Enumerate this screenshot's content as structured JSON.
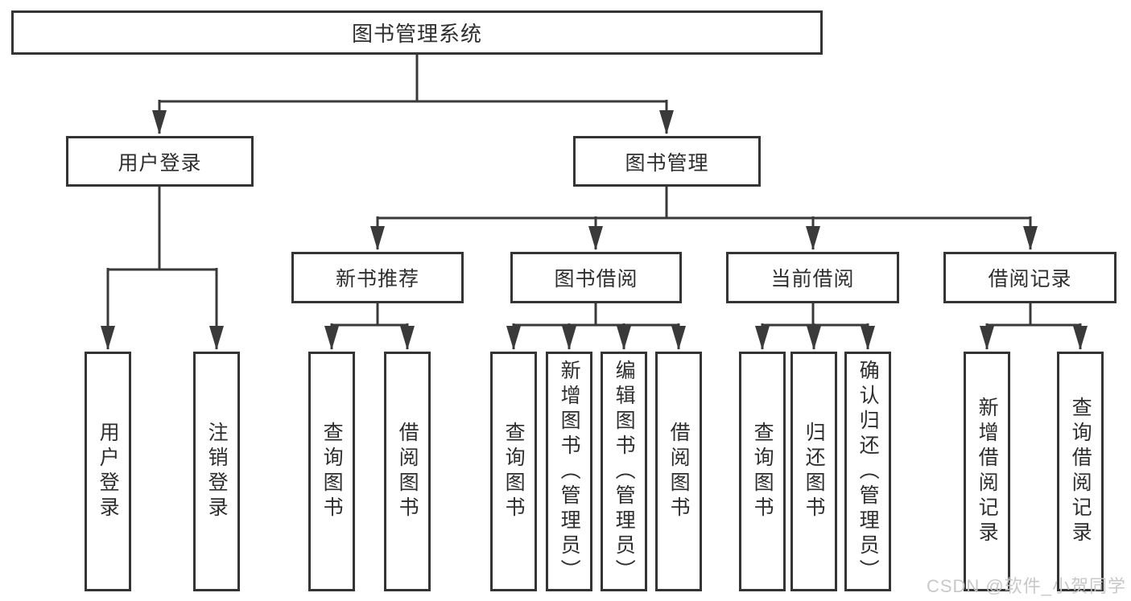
{
  "root": {
    "label": "图书管理系统"
  },
  "branches": [
    {
      "label": "用户登录",
      "children": [
        {
          "label": "用户登录"
        },
        {
          "label": "注销登录"
        }
      ]
    },
    {
      "label": "图书管理",
      "children": [
        {
          "label": "新书推荐",
          "children": [
            {
              "label": "查询图书"
            },
            {
              "label": "借阅图书"
            }
          ]
        },
        {
          "label": "图书借阅",
          "children": [
            {
              "label": "查询图书"
            },
            {
              "label": "新增图书（管理员）"
            },
            {
              "label": "编辑图书（管理员）"
            },
            {
              "label": "借阅图书"
            }
          ]
        },
        {
          "label": "当前借阅",
          "children": [
            {
              "label": "查询图书"
            },
            {
              "label": "归还图书"
            },
            {
              "label": "确认归还（管理员）"
            }
          ]
        },
        {
          "label": "借阅记录",
          "children": [
            {
              "label": "新增借阅记录"
            },
            {
              "label": "查询借阅记录"
            }
          ]
        }
      ]
    }
  ],
  "watermark": {
    "text": "CSDN @软件_小贺同学"
  },
  "colors": {
    "line": "#3a3a3a",
    "border": "#343434",
    "text": "#2e2e2e",
    "watermark": "#c6c6c6",
    "background": "#ffffff"
  }
}
